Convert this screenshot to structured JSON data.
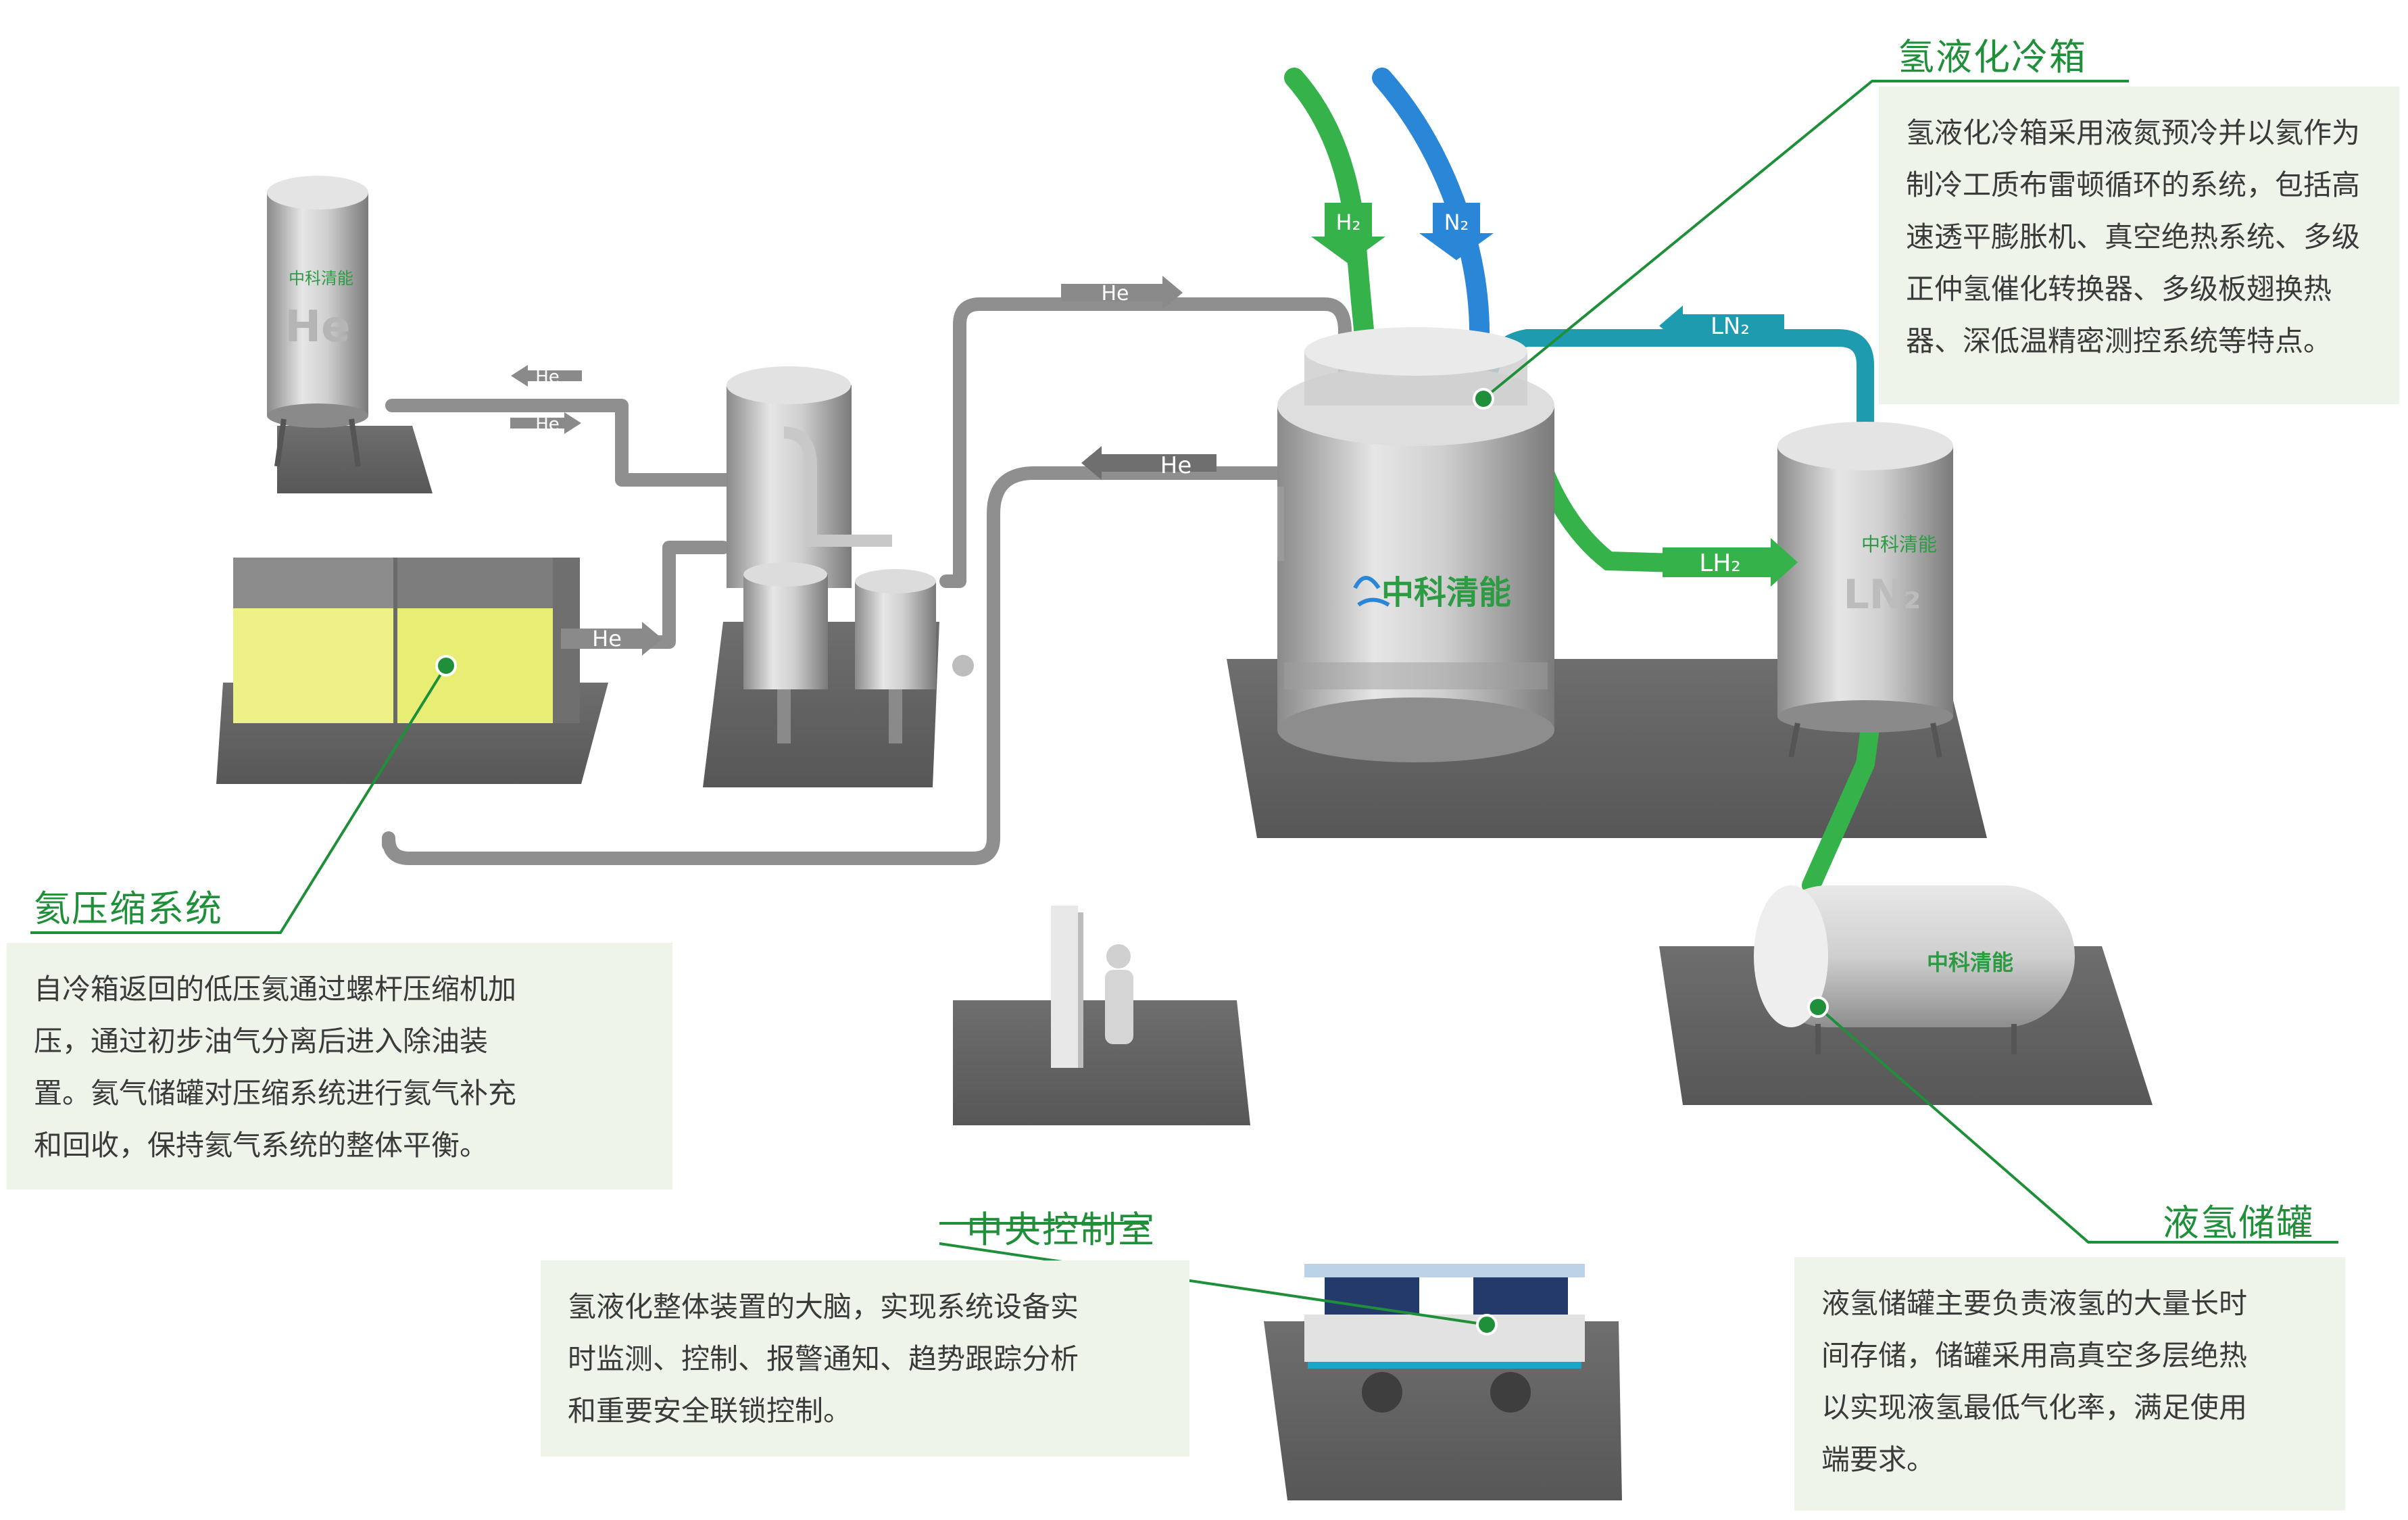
{
  "colors": {
    "accent_green": "#1f8f3a",
    "pipe_grey": "#8f8f8f",
    "pipe_green": "#35b24a",
    "pipe_blue": "#2a86d6",
    "pipe_teal": "#1f9bb0",
    "platform": "#656565",
    "callout_bg": "#eef4ea"
  },
  "labels": {
    "he_tank": "He",
    "he_arrow_1": "He",
    "he_arrow_2": "He",
    "he_arrow_3": "He",
    "he_arrow_4": "He",
    "he_arrow_5": "He",
    "h2": "H₂",
    "n2": "N₂",
    "ln2": "LN₂",
    "lh2": "LH₂",
    "ln2_tank": "LN₂",
    "brand_small": "中科清能",
    "brand_coldbox": "中科清能",
    "brand_ln2": "中科清能",
    "brand_storage": "中科清能"
  },
  "callouts": {
    "coldbox": {
      "title": "氢液化冷箱",
      "lines": [
        "氢液化冷箱采用液氮预冷并以氦作为",
        "制冷工质布雷顿循环的系统，包括高",
        "速透平膨胀机、真空绝热系统、多级",
        "正仲氢催化转换器、多级板翅换热",
        "器、深低温精密测控系统等特点。"
      ]
    },
    "compressor": {
      "title": "氦压缩系统",
      "lines": [
        "自冷箱返回的低压氦通过螺杆压缩机加",
        "压，通过初步油气分离后进入除油装",
        "置。氦气储罐对压缩系统进行氦气补充",
        "和回收，保持氦气系统的整体平衡。"
      ]
    },
    "control": {
      "title": "中央控制室",
      "lines": [
        "氢液化整体装置的大脑，实现系统设备实",
        "时监测、控制、报警通知、趋势跟踪分析",
        "和重要安全联锁控制。"
      ]
    },
    "storage": {
      "title": "液氢储罐",
      "lines": [
        "液氢储罐主要负责液氢的大量长时",
        "间存储，储罐采用高真空多层绝热",
        "以实现液氢最低气化率，满足使用",
        "端要求。"
      ]
    }
  }
}
